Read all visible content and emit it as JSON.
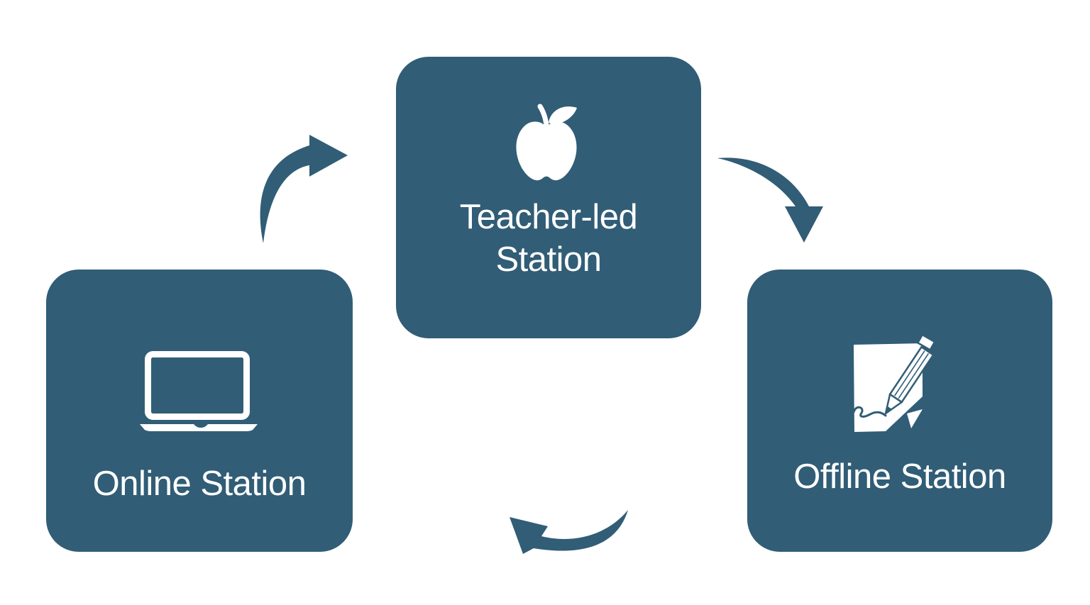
{
  "colors": {
    "accent": "#315d76",
    "label": "#ffffff",
    "canvas": "#ffffff"
  },
  "diagram_type": "cyclic station rotation",
  "stations": [
    {
      "id": "teacher-led-station",
      "label_lines": [
        "Teacher-led",
        "Station"
      ],
      "icon": "apple-icon",
      "position": "top-center"
    },
    {
      "id": "online-station",
      "label_lines": [
        "Online Station"
      ],
      "icon": "laptop-icon",
      "position": "bottom-left"
    },
    {
      "id": "offline-station",
      "label_lines": [
        "Offline Station"
      ],
      "icon": "pencil-paper-icon",
      "position": "bottom-right"
    }
  ],
  "flow": [
    {
      "from": "online-station",
      "to": "teacher-led-station",
      "arrow": "curved-swoosh-up-right"
    },
    {
      "from": "teacher-led-station",
      "to": "offline-station",
      "arrow": "curved-swoosh-down"
    },
    {
      "from": "offline-station",
      "to": "online-station",
      "arrow": "curved-swoosh-up-left"
    }
  ]
}
